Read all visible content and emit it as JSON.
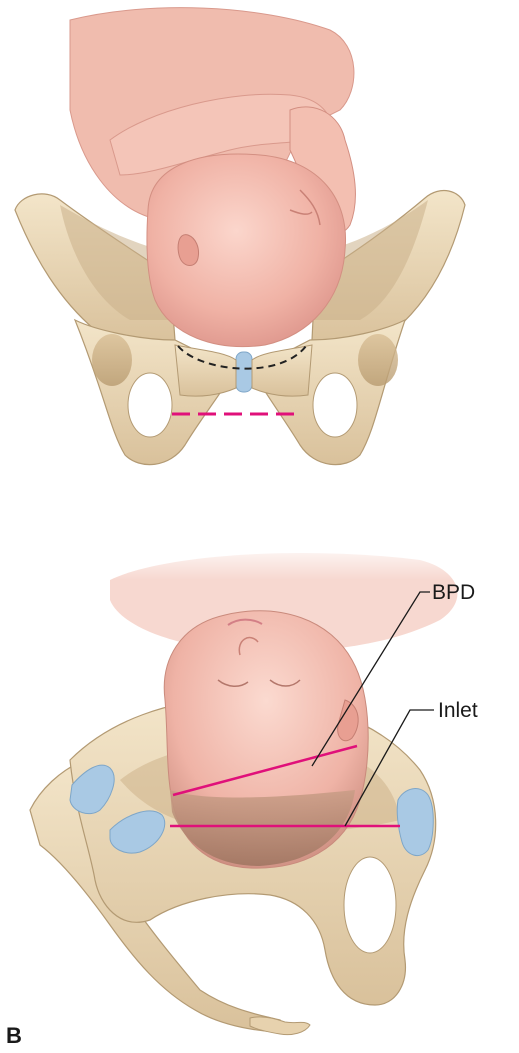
{
  "labels": {
    "bpd": "BPD",
    "inlet": "Inlet",
    "panel": "B"
  },
  "colors": {
    "bone": "#ead8b8",
    "bone_shadow": "#c9b08a",
    "bone_outline": "#b39a73",
    "skin": "#f2b9ad",
    "skin_shadow": "#d98f86",
    "cartilage": "#a9c9e4",
    "measure_line": "#e0107a",
    "guide_dash": "#222222",
    "hair": "#b58a72"
  },
  "icons": {
    "top_panel": "fetus-in-pelvis-frontal-view",
    "bottom_panel": "fetal-head-at-pelvic-inlet-oblique-view"
  }
}
